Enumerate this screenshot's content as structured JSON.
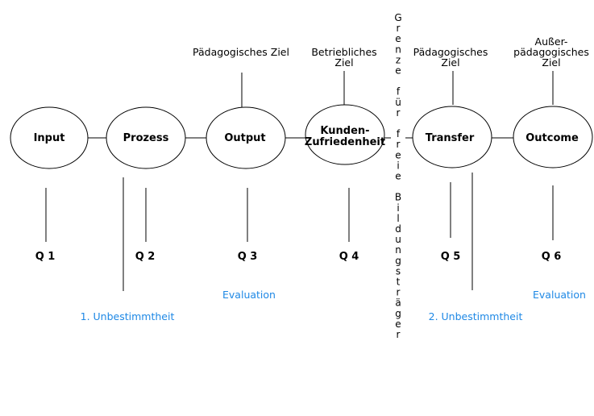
{
  "nodes": [
    {
      "label": "Input"
    },
    {
      "label": "Prozess"
    },
    {
      "label": "Output",
      "color": "#1e88e5"
    },
    {
      "label_line1": "Kunden-",
      "label_line2": "Zufriedenheit"
    },
    {
      "label": "Transfer"
    },
    {
      "label": "Outcome"
    }
  ],
  "goals": {
    "output": "Pädagogisches Ziel",
    "kunden": {
      "line1": "Betriebliches",
      "line2": "Ziel"
    },
    "transfer": {
      "line1": "Pädagogisches",
      "line2": "Ziel"
    },
    "outcome": {
      "line1": "Außer-",
      "line2": "pädagogisches",
      "line3": "Ziel"
    }
  },
  "quality_labels": [
    "Q 1",
    "Q 2",
    "Q 3",
    "Q 4",
    "Q 5",
    "Q 6"
  ],
  "evaluation_left": "Evaluation",
  "evaluation_right": "Evaluation",
  "uncertainty_1": "1. Unbestimmtheit",
  "uncertainty_2": "2. Unbestimmtheit",
  "border_text": [
    "G",
    "r",
    "e",
    "n",
    "z",
    "e",
    "",
    "f",
    "ü",
    "r",
    "",
    "f",
    "r",
    "e",
    "i",
    "e",
    "",
    "B",
    "i",
    "l",
    "d",
    "u",
    "n",
    "g",
    "s",
    "t",
    "r",
    "ä",
    "g",
    "e",
    "r"
  ],
  "colors": {
    "accent": "#1e88e5",
    "line": "#000000"
  }
}
